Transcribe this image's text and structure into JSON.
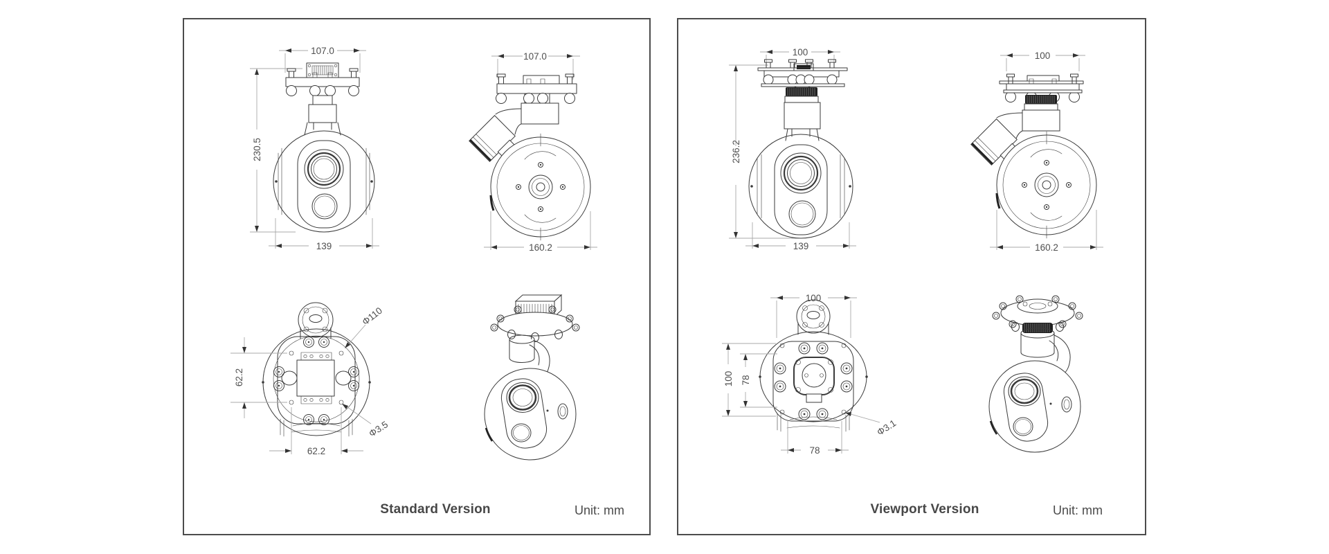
{
  "panels": [
    {
      "title": "Standard Version",
      "unit_label": "Unit: mm",
      "views": {
        "front": {
          "top_width": "107.0",
          "height": "230.5",
          "body_width": "139"
        },
        "side": {
          "top_width": "107.0",
          "body_diameter": "160.2"
        },
        "bottom": {
          "vertical_spacing": "62.2",
          "horizontal_spacing": "62.2",
          "flange_diameter": "Φ110",
          "hole_diameter": "Φ3.5"
        }
      }
    },
    {
      "title": "Viewport Version",
      "unit_label": "Unit: mm",
      "views": {
        "front": {
          "top_width": "100",
          "height": "236.2",
          "body_width": "139"
        },
        "side": {
          "top_width": "100",
          "body_diameter": "160.2"
        },
        "bottom": {
          "top_width": "100",
          "outer_height": "100",
          "inner_height": "78",
          "bottom_width": "78",
          "hole_diameter": "Φ3.1"
        }
      }
    }
  ],
  "colors": {
    "background": "#ffffff",
    "panel_border": "#4c4c4c",
    "drawing_line": "#3a3a3a",
    "dimension_line": "#a8a8a8",
    "dimension_text": "#4f4f4f",
    "title_text": "#474747",
    "dark_accent": "#1f1f1f"
  }
}
